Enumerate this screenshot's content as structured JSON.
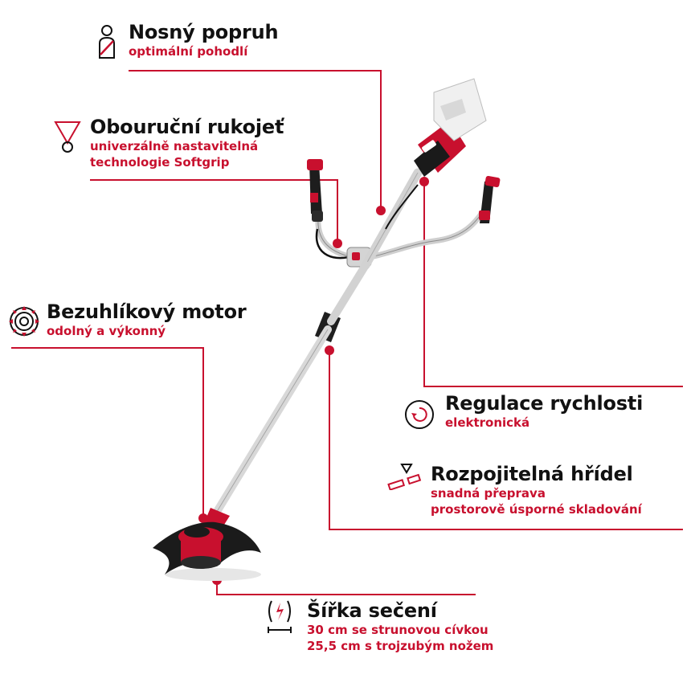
{
  "features": {
    "strap": {
      "title": "Nosný popruh",
      "lines": [
        "optimální pohodlí"
      ],
      "icon": "shoulder-strap-icon"
    },
    "handle": {
      "title": "Obouruční rukojeť",
      "lines": [
        "univerzálně nastavitelná",
        "technologie Softgrip"
      ],
      "icon": "two-hand-handle-icon"
    },
    "motor": {
      "title": "Bezuhlíkový motor",
      "lines": [
        "odolný a výkonný"
      ],
      "icon": "brushless-motor-icon"
    },
    "speed": {
      "title": "Regulace rychlosti",
      "lines": [
        "elektronická"
      ],
      "icon": "speed-control-icon"
    },
    "shaft": {
      "title": "Rozpojitelná hřídel",
      "lines": [
        "snadná přeprava",
        "prostorově úsporné skladování"
      ],
      "icon": "split-shaft-icon"
    },
    "width": {
      "title": "Šířka sečení",
      "lines": [
        "30 cm se strunovou cívkou",
        "25,5 cm s trojzubým nožem"
      ],
      "icon": "cutting-width-icon"
    }
  },
  "colors": {
    "accent": "#c8102e",
    "text": "#111111",
    "shaft": "#d9d9d9",
    "body": "#1a1a1a"
  }
}
